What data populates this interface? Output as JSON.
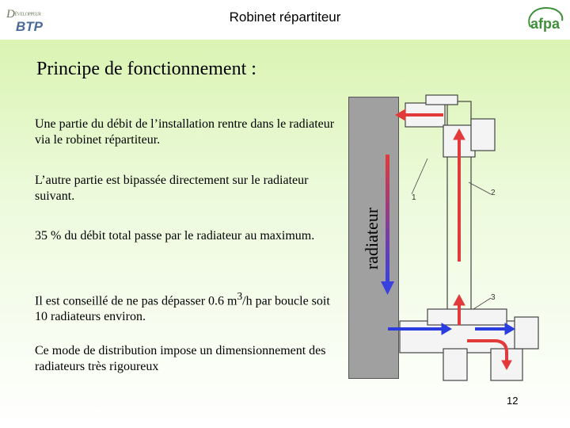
{
  "header": {
    "title": "Robinet répartiteur",
    "logo_left_top": "D",
    "logo_left_top_small": "ÉVELOPPEUR",
    "logo_left_bottom": "BTP",
    "logo_right": "afpa"
  },
  "slide": {
    "title": "Principe de fonctionnement :",
    "paragraphs": [
      "Une partie du débit de l’installation rentre dans le radiateur via le robinet répartiteur.",
      "L’autre partie est bipassée directement sur le radiateur suivant.",
      "35 % du débit total passe par le radiateur au maximum.",
      "Ce mode de distribution impose un dimensionnement des radiateurs très rigoureux"
    ],
    "p4_before": "Il est conseillé de ne pas dépasser 0.6 m",
    "p4_sup": "3",
    "p4_after": "/h par boucle soit 10 radiateurs environ.",
    "radiator_label": "radiateur",
    "callouts": [
      "1",
      "2",
      "3"
    ],
    "page_number": "12"
  },
  "colors": {
    "hot": "#e23a3a",
    "cold": "#2a3be0",
    "radiator": "#a0a0a0"
  }
}
